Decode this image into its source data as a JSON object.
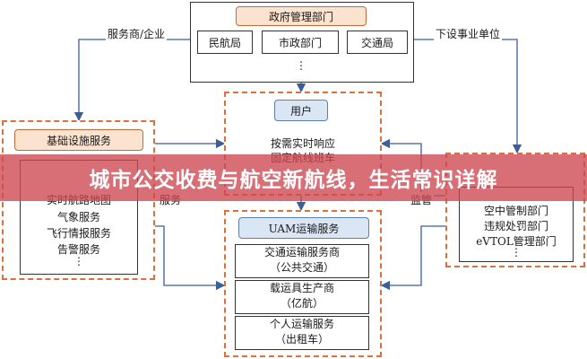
{
  "gov": {
    "title": "政府管理部门",
    "items": [
      "民航局",
      "市政部门",
      "交通局"
    ],
    "more": "⋮"
  },
  "edges": {
    "left_top": "服务商/企业",
    "right_top": "下设事业单位",
    "left_mid": "服务",
    "right_mid": "监管"
  },
  "infra": {
    "title": "基础设施服务",
    "items": [
      "实时航路地图",
      "气象服务",
      "飞行情报服务",
      "告警服务"
    ],
    "more": "⋮"
  },
  "user": {
    "title": "用户",
    "items": [
      "按需实时响应",
      "固定航线班车"
    ]
  },
  "uam": {
    "title": "UAM运输服务",
    "groups": [
      {
        "line1": "交通运输服务商",
        "line2": "（公共交通）"
      },
      {
        "line1": "载运具生产商",
        "line2": "（亿航）"
      },
      {
        "line1": "个人运输服务",
        "line2": "（出租车）"
      }
    ]
  },
  "regulator": {
    "items": [
      "空中管制部门",
      "违规处罚部门",
      "eVTOL管理部门"
    ],
    "more": "⋮"
  },
  "banner": {
    "text": "城市公交收费与航空新航线，生活常识详解"
  },
  "colors": {
    "dashed": "#d9713c",
    "pill_orange": "#fbe3cf",
    "pill_blue": "#dbe6f5",
    "banner": "#cd4650"
  }
}
